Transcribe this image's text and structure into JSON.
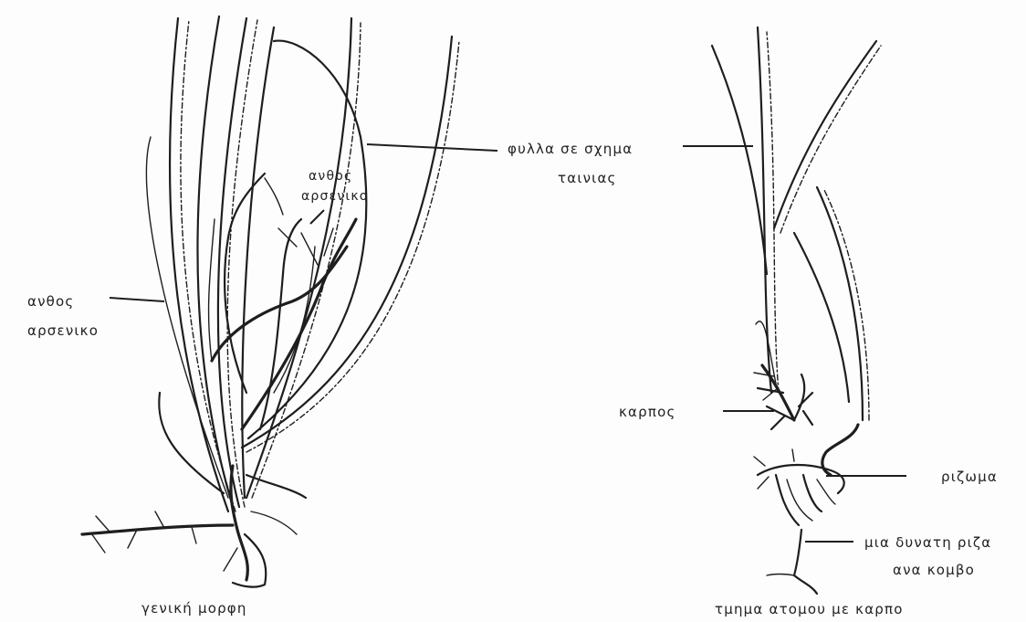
{
  "labels": {
    "leaves_line1": "φυλλα σε σχημα",
    "leaves_line2": "ταινιας",
    "flower_female_line1": "ανθος",
    "flower_female_line2": "αρσενικο",
    "flower_male_line1": "ανθος",
    "flower_male_line2": "αρσενικο",
    "fruit": "καρπος",
    "rhizome": "ριζωμα",
    "root_line1": "μια δυνατη ριζα",
    "root_line2": "ανα κομβο",
    "caption_left": "γενική μορφη",
    "caption_right": "τμημα ατομου με καρπο"
  }
}
